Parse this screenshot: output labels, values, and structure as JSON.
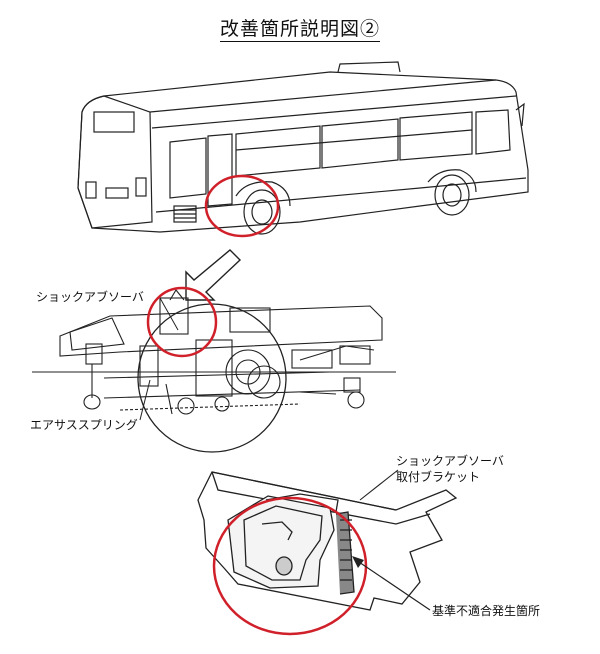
{
  "title": "改善箇所説明図②",
  "labels": {
    "shock_absorber": "ショックアブソーバ",
    "air_suspension_spring": "エアサススプリング",
    "bracket_line1": "ショックアブソーバ",
    "bracket_line2": "取付ブラケット",
    "nonconformity": "基準不適合発生箇所"
  },
  "colors": {
    "highlight": "#d0202a",
    "line": "#222222"
  },
  "icons": [
    "bus-illustration",
    "arrow-down-left-icon",
    "suspension-assembly-drawing",
    "bracket-closeup-drawing"
  ]
}
